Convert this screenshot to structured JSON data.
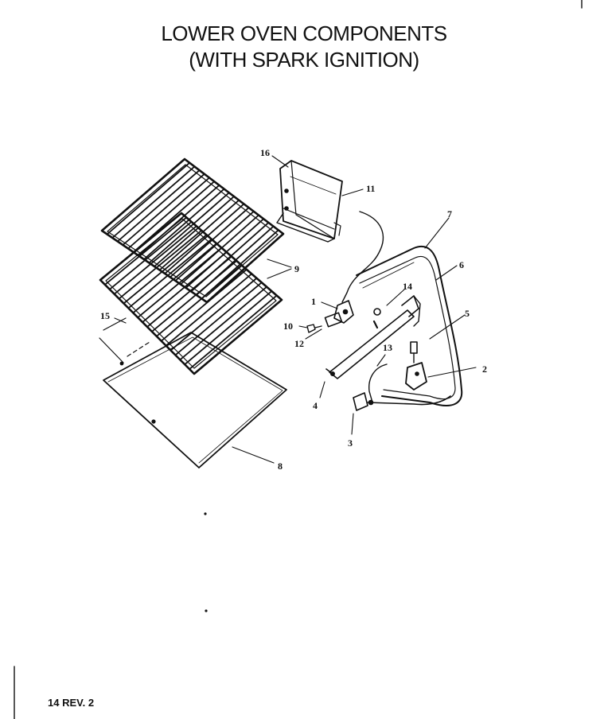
{
  "title": {
    "line1": "LOWER OVEN COMPONENTS",
    "line2": "(WITH SPARK IGNITION)"
  },
  "footer": {
    "page_label": "14 REV. 2"
  },
  "callouts": {
    "c1": "1",
    "c2": "2",
    "c3": "3",
    "c4": "4",
    "c5": "5",
    "c6": "6",
    "c7": "7",
    "c8": "8",
    "c9": "9",
    "c10": "10",
    "c11": "11",
    "c12": "12",
    "c13": "13",
    "c14": "14",
    "c15": "15",
    "c16": "16"
  }
}
